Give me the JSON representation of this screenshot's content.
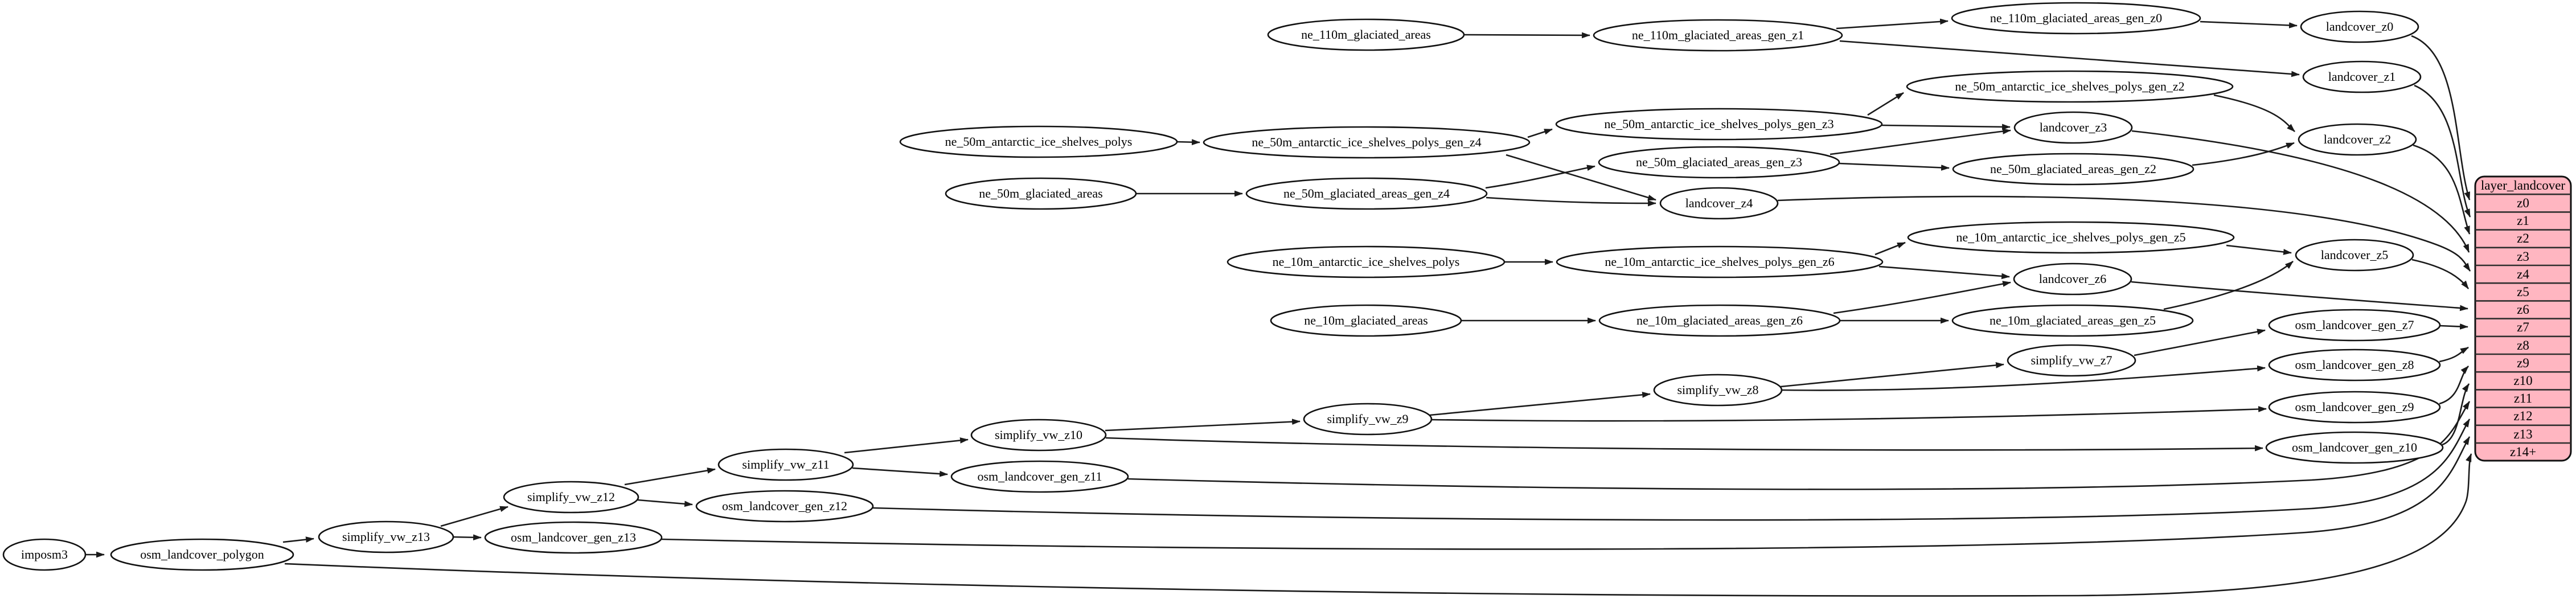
{
  "diagram": {
    "kind": "etl-dependency-graph",
    "background_color": "#ffffff",
    "edge_color": "#1a1a1a",
    "node_fill": "#ffffff",
    "node_stroke": "#111111"
  },
  "nodes": {
    "imposm3": {
      "label": "imposm3"
    },
    "osm_landcover_polygon": {
      "label": "osm_landcover_polygon"
    },
    "simplify_vw_z13": {
      "label": "simplify_vw_z13"
    },
    "osm_landcover_gen_z13": {
      "label": "osm_landcover_gen_z13"
    },
    "simplify_vw_z12": {
      "label": "simplify_vw_z12"
    },
    "osm_landcover_gen_z12": {
      "label": "osm_landcover_gen_z12"
    },
    "simplify_vw_z11": {
      "label": "simplify_vw_z11"
    },
    "osm_landcover_gen_z11": {
      "label": "osm_landcover_gen_z11"
    },
    "simplify_vw_z10": {
      "label": "simplify_vw_z10"
    },
    "simplify_vw_z9": {
      "label": "simplify_vw_z9"
    },
    "simplify_vw_z8": {
      "label": "simplify_vw_z8"
    },
    "simplify_vw_z7": {
      "label": "simplify_vw_z7"
    },
    "osm_landcover_gen_z7": {
      "label": "osm_landcover_gen_z7"
    },
    "osm_landcover_gen_z8": {
      "label": "osm_landcover_gen_z8"
    },
    "osm_landcover_gen_z9": {
      "label": "osm_landcover_gen_z9"
    },
    "osm_landcover_gen_z10": {
      "label": "osm_landcover_gen_z10"
    },
    "ne_110m_glaciated_areas": {
      "label": "ne_110m_glaciated_areas"
    },
    "ne_110m_glaciated_areas_gen_z1": {
      "label": "ne_110m_glaciated_areas_gen_z1"
    },
    "ne_110m_glaciated_areas_gen_z0": {
      "label": "ne_110m_glaciated_areas_gen_z0"
    },
    "landcover_z0": {
      "label": "landcover_z0"
    },
    "landcover_z1": {
      "label": "landcover_z1"
    },
    "ne_50m_antarctic_ice_shelves_polys": {
      "label": "ne_50m_antarctic_ice_shelves_polys"
    },
    "ne_50m_antarctic_ice_shelves_polys_gen_z4": {
      "label": "ne_50m_antarctic_ice_shelves_polys_gen_z4"
    },
    "ne_50m_antarctic_ice_shelves_polys_gen_z3": {
      "label": "ne_50m_antarctic_ice_shelves_polys_gen_z3"
    },
    "ne_50m_antarctic_ice_shelves_polys_gen_z2": {
      "label": "ne_50m_antarctic_ice_shelves_polys_gen_z2"
    },
    "ne_50m_glaciated_areas": {
      "label": "ne_50m_glaciated_areas"
    },
    "ne_50m_glaciated_areas_gen_z4": {
      "label": "ne_50m_glaciated_areas_gen_z4"
    },
    "ne_50m_glaciated_areas_gen_z3": {
      "label": "ne_50m_glaciated_areas_gen_z3"
    },
    "ne_50m_glaciated_areas_gen_z2": {
      "label": "ne_50m_glaciated_areas_gen_z2"
    },
    "landcover_z2": {
      "label": "landcover_z2"
    },
    "landcover_z3": {
      "label": "landcover_z3"
    },
    "landcover_z4": {
      "label": "landcover_z4"
    },
    "ne_10m_antarctic_ice_shelves_polys": {
      "label": "ne_10m_antarctic_ice_shelves_polys"
    },
    "ne_10m_antarctic_ice_shelves_polys_gen_z6": {
      "label": "ne_10m_antarctic_ice_shelves_polys_gen_z6"
    },
    "ne_10m_antarctic_ice_shelves_polys_gen_z5": {
      "label": "ne_10m_antarctic_ice_shelves_polys_gen_z5"
    },
    "ne_10m_glaciated_areas": {
      "label": "ne_10m_glaciated_areas"
    },
    "ne_10m_glaciated_areas_gen_z6": {
      "label": "ne_10m_glaciated_areas_gen_z6"
    },
    "ne_10m_glaciated_areas_gen_z5": {
      "label": "ne_10m_glaciated_areas_gen_z5"
    },
    "landcover_z5": {
      "label": "landcover_z5"
    },
    "landcover_z6": {
      "label": "landcover_z6"
    }
  },
  "table": {
    "header": "layer_landcover",
    "fill_color": "#ffb6c1",
    "border_color": "#111111",
    "rows": [
      {
        "label": "z0"
      },
      {
        "label": "z1"
      },
      {
        "label": "z2"
      },
      {
        "label": "z3"
      },
      {
        "label": "z4"
      },
      {
        "label": "z5"
      },
      {
        "label": "z6"
      },
      {
        "label": "z7"
      },
      {
        "label": "z8"
      },
      {
        "label": "z9"
      },
      {
        "label": "z10"
      },
      {
        "label": "z11"
      },
      {
        "label": "z12"
      },
      {
        "label": "z13"
      },
      {
        "label": "z14+"
      }
    ]
  },
  "edges": [
    {
      "from": "imposm3",
      "to": "osm_landcover_polygon"
    },
    {
      "from": "osm_landcover_polygon",
      "to": "simplify_vw_z13"
    },
    {
      "from": "osm_landcover_polygon",
      "to": "layer_landcover:z14+"
    },
    {
      "from": "simplify_vw_z13",
      "to": "osm_landcover_gen_z13"
    },
    {
      "from": "simplify_vw_z13",
      "to": "simplify_vw_z12"
    },
    {
      "from": "osm_landcover_gen_z13",
      "to": "layer_landcover:z13"
    },
    {
      "from": "simplify_vw_z12",
      "to": "osm_landcover_gen_z12"
    },
    {
      "from": "simplify_vw_z12",
      "to": "simplify_vw_z11"
    },
    {
      "from": "osm_landcover_gen_z12",
      "to": "layer_landcover:z12"
    },
    {
      "from": "simplify_vw_z11",
      "to": "osm_landcover_gen_z11"
    },
    {
      "from": "simplify_vw_z11",
      "to": "simplify_vw_z10"
    },
    {
      "from": "osm_landcover_gen_z11",
      "to": "layer_landcover:z11"
    },
    {
      "from": "simplify_vw_z10",
      "to": "simplify_vw_z9"
    },
    {
      "from": "simplify_vw_z10",
      "to": "osm_landcover_gen_z10"
    },
    {
      "from": "osm_landcover_gen_z10",
      "to": "layer_landcover:z10"
    },
    {
      "from": "simplify_vw_z9",
      "to": "simplify_vw_z8"
    },
    {
      "from": "simplify_vw_z9",
      "to": "osm_landcover_gen_z9"
    },
    {
      "from": "osm_landcover_gen_z9",
      "to": "layer_landcover:z9"
    },
    {
      "from": "simplify_vw_z8",
      "to": "simplify_vw_z7"
    },
    {
      "from": "simplify_vw_z8",
      "to": "osm_landcover_gen_z8"
    },
    {
      "from": "osm_landcover_gen_z8",
      "to": "layer_landcover:z8"
    },
    {
      "from": "simplify_vw_z7",
      "to": "osm_landcover_gen_z7"
    },
    {
      "from": "osm_landcover_gen_z7",
      "to": "layer_landcover:z7"
    },
    {
      "from": "ne_110m_glaciated_areas",
      "to": "ne_110m_glaciated_areas_gen_z1"
    },
    {
      "from": "ne_110m_glaciated_areas_gen_z1",
      "to": "ne_110m_glaciated_areas_gen_z0"
    },
    {
      "from": "ne_110m_glaciated_areas_gen_z1",
      "to": "landcover_z1"
    },
    {
      "from": "ne_110m_glaciated_areas_gen_z0",
      "to": "landcover_z0"
    },
    {
      "from": "landcover_z0",
      "to": "layer_landcover:z0"
    },
    {
      "from": "landcover_z1",
      "to": "layer_landcover:z1"
    },
    {
      "from": "ne_50m_antarctic_ice_shelves_polys",
      "to": "ne_50m_antarctic_ice_shelves_polys_gen_z4"
    },
    {
      "from": "ne_50m_antarctic_ice_shelves_polys_gen_z4",
      "to": "ne_50m_antarctic_ice_shelves_polys_gen_z3"
    },
    {
      "from": "ne_50m_antarctic_ice_shelves_polys_gen_z4",
      "to": "landcover_z4"
    },
    {
      "from": "ne_50m_antarctic_ice_shelves_polys_gen_z3",
      "to": "ne_50m_antarctic_ice_shelves_polys_gen_z2"
    },
    {
      "from": "ne_50m_antarctic_ice_shelves_polys_gen_z3",
      "to": "landcover_z3"
    },
    {
      "from": "ne_50m_antarctic_ice_shelves_polys_gen_z2",
      "to": "landcover_z2"
    },
    {
      "from": "ne_50m_glaciated_areas",
      "to": "ne_50m_glaciated_areas_gen_z4"
    },
    {
      "from": "ne_50m_glaciated_areas_gen_z4",
      "to": "ne_50m_glaciated_areas_gen_z3"
    },
    {
      "from": "ne_50m_glaciated_areas_gen_z4",
      "to": "landcover_z4"
    },
    {
      "from": "ne_50m_glaciated_areas_gen_z3",
      "to": "ne_50m_glaciated_areas_gen_z2"
    },
    {
      "from": "ne_50m_glaciated_areas_gen_z3",
      "to": "landcover_z3"
    },
    {
      "from": "ne_50m_glaciated_areas_gen_z2",
      "to": "landcover_z2"
    },
    {
      "from": "landcover_z2",
      "to": "layer_landcover:z2"
    },
    {
      "from": "landcover_z3",
      "to": "layer_landcover:z3"
    },
    {
      "from": "landcover_z4",
      "to": "layer_landcover:z4"
    },
    {
      "from": "ne_10m_antarctic_ice_shelves_polys",
      "to": "ne_10m_antarctic_ice_shelves_polys_gen_z6"
    },
    {
      "from": "ne_10m_antarctic_ice_shelves_polys_gen_z6",
      "to": "ne_10m_antarctic_ice_shelves_polys_gen_z5"
    },
    {
      "from": "ne_10m_antarctic_ice_shelves_polys_gen_z6",
      "to": "landcover_z6"
    },
    {
      "from": "ne_10m_antarctic_ice_shelves_polys_gen_z5",
      "to": "landcover_z5"
    },
    {
      "from": "ne_10m_glaciated_areas",
      "to": "ne_10m_glaciated_areas_gen_z6"
    },
    {
      "from": "ne_10m_glaciated_areas_gen_z6",
      "to": "ne_10m_glaciated_areas_gen_z5"
    },
    {
      "from": "ne_10m_glaciated_areas_gen_z6",
      "to": "landcover_z6"
    },
    {
      "from": "ne_10m_glaciated_areas_gen_z5",
      "to": "landcover_z5"
    },
    {
      "from": "landcover_z5",
      "to": "layer_landcover:z5"
    },
    {
      "from": "landcover_z6",
      "to": "layer_landcover:z6"
    }
  ]
}
